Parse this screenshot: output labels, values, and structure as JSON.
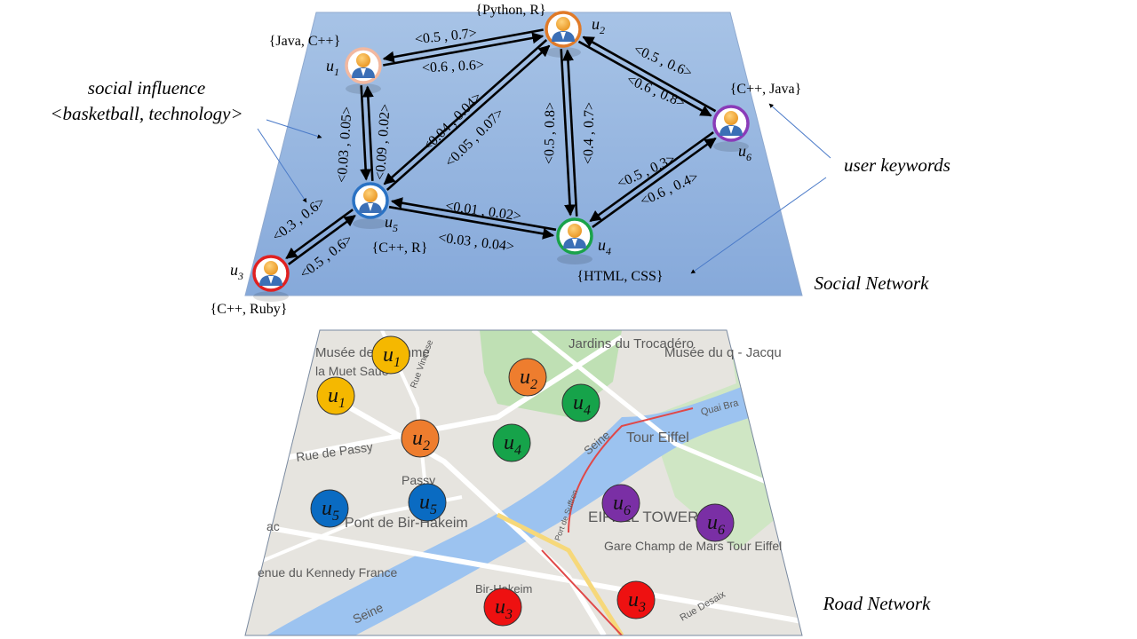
{
  "social_layer": {
    "name": "Social Network",
    "influence_caption_line1": "social influence",
    "influence_caption_line2": "<basketball, technology>",
    "keywords_caption": "user keywords",
    "users": [
      {
        "id": "u1",
        "sub": "1",
        "keywords": "{Java, C++}",
        "ring": "#f2b8a0"
      },
      {
        "id": "u2",
        "sub": "2",
        "keywords": "{Python, R}",
        "ring": "#e07a28"
      },
      {
        "id": "u3",
        "sub": "3",
        "keywords": "{C++, Ruby}",
        "ring": "#e02020"
      },
      {
        "id": "u4",
        "sub": "4",
        "keywords": "{HTML, CSS}",
        "ring": "#1aa34a"
      },
      {
        "id": "u5",
        "sub": "5",
        "keywords": "{C++, R}",
        "ring": "#2a72c4"
      },
      {
        "id": "u6",
        "sub": "6",
        "keywords": "{C++, Java}",
        "ring": "#8a3bb8"
      }
    ],
    "edges": [
      {
        "from": "u1",
        "to": "u2",
        "weight": "<0.5 , 0.7>"
      },
      {
        "from": "u2",
        "to": "u1",
        "weight": "<0.6 , 0.6>"
      },
      {
        "from": "u2",
        "to": "u6",
        "weight": "<0.5 , 0.6>"
      },
      {
        "from": "u6",
        "to": "u2",
        "weight": "<0.6 , 0.8>"
      },
      {
        "from": "u5",
        "to": "u1",
        "weight": "<0.03 , 0.05>"
      },
      {
        "from": "u1",
        "to": "u5",
        "weight": "<0.09 , 0.02>"
      },
      {
        "from": "u5",
        "to": "u2",
        "weight": "<0.04 , 0.04>"
      },
      {
        "from": "u2",
        "to": "u5",
        "weight": "<0.05 , 0.07>"
      },
      {
        "from": "u4",
        "to": "u2",
        "weight": "<0.5 , 0.8>"
      },
      {
        "from": "u2",
        "to": "u4",
        "weight": "<0.4 , 0.7>"
      },
      {
        "from": "u4",
        "to": "u6",
        "weight": "<0.5 , 0.3>"
      },
      {
        "from": "u6",
        "to": "u4",
        "weight": "<0.6 , 0.4>"
      },
      {
        "from": "u4",
        "to": "u5",
        "weight": "<0.01 , 0.02>"
      },
      {
        "from": "u5",
        "to": "u4",
        "weight": "<0.03 , 0.04>"
      },
      {
        "from": "u3",
        "to": "u5",
        "weight": "<0.3 , 0.6>"
      },
      {
        "from": "u5",
        "to": "u3",
        "weight": "<0.5 , 0.6>"
      }
    ]
  },
  "road_layer": {
    "name": "Road Network",
    "map_labels": [
      "Musée de l'Homme",
      "Jardins du Trocadéro",
      "Musée du q - Jacqu",
      "la Muet Saué",
      "Rue Vineuse",
      "Quai Bra",
      "Tour Eiffel",
      "Rue de Passy",
      "Passy",
      "Seine",
      "Pont de Bir-Hakeim",
      "EIFFEL TOWER",
      "Gare Champ de Mars Tour Eiffel",
      "Port de Suffren",
      "Bir-Hakeim",
      "Rue Desaix",
      "Seine",
      "enue du Kennedy France",
      "ac"
    ],
    "points": [
      {
        "user": "u1",
        "sub": "1",
        "color": "#f5b800"
      },
      {
        "user": "u1",
        "sub": "1",
        "color": "#f5b800"
      },
      {
        "user": "u2",
        "sub": "2",
        "color": "#ee7d2e"
      },
      {
        "user": "u2",
        "sub": "2",
        "color": "#ee7d2e"
      },
      {
        "user": "u4",
        "sub": "4",
        "color": "#16a34a"
      },
      {
        "user": "u4",
        "sub": "4",
        "color": "#16a34a"
      },
      {
        "user": "u5",
        "sub": "5",
        "color": "#0a6bc2"
      },
      {
        "user": "u5",
        "sub": "5",
        "color": "#0a6bc2"
      },
      {
        "user": "u6",
        "sub": "6",
        "color": "#7a2fa5"
      },
      {
        "user": "u6",
        "sub": "6",
        "color": "#7a2fa5"
      },
      {
        "user": "u3",
        "sub": "3",
        "color": "#ee1111"
      },
      {
        "user": "u3",
        "sub": "3",
        "color": "#ee1111"
      }
    ]
  }
}
